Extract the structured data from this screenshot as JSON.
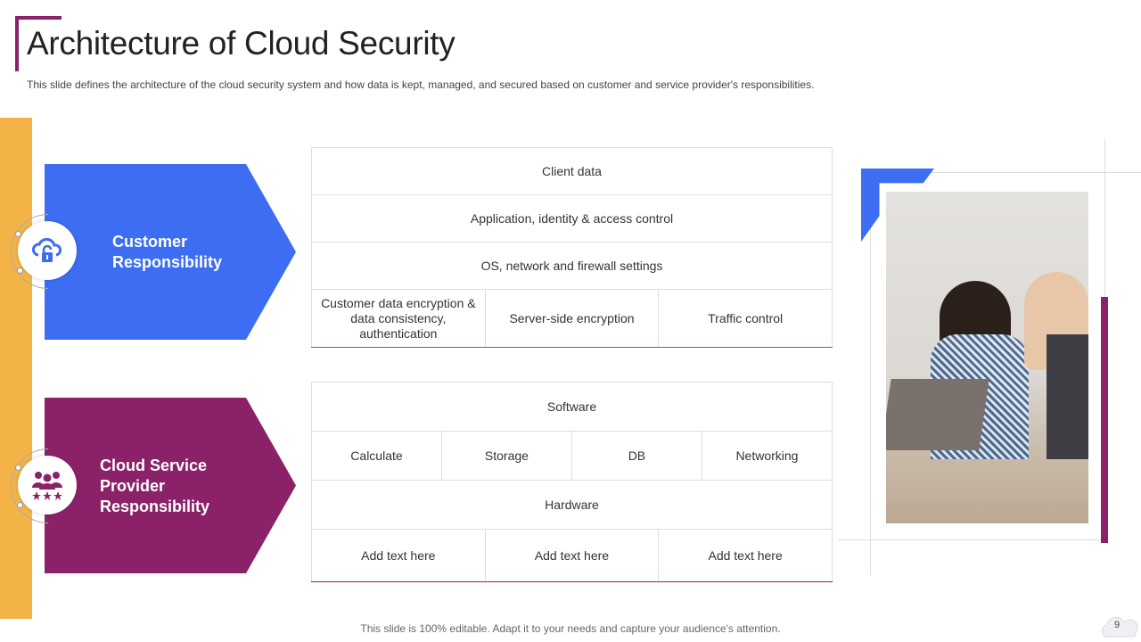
{
  "header": {
    "title": "Architecture of Cloud Security",
    "subtitle": "This slide defines the architecture of the cloud security system and how data is kept, managed, and secured based on customer and service provider's responsibilities."
  },
  "sections": [
    {
      "label_line1": "Customer",
      "label_line2": "Responsibility",
      "icon": "cloud-lock-icon",
      "color": "#3D6DF2"
    },
    {
      "label_line1": "Cloud Service",
      "label_line2": "Provider",
      "label_line3": "Responsibility",
      "icon": "team-stars-icon",
      "color": "#8B2269"
    }
  ],
  "customer_table": {
    "rows": [
      "Client data",
      "Application, identity & access control",
      "OS, network and firewall settings"
    ],
    "cells": [
      "Customer data encryption & data consistency, authentication",
      "Server-side encryption",
      "Traffic control"
    ]
  },
  "provider_table": {
    "software": "Software",
    "services": [
      "Calculate",
      "Storage",
      "DB",
      "Networking"
    ],
    "hardware": "Hardware",
    "placeholders": [
      "Add text here",
      "Add text here",
      "Add text here"
    ]
  },
  "footer": {
    "text": "This slide is 100% editable. Adapt it to your needs and capture your audience's attention.",
    "page": "9"
  },
  "colors": {
    "accent_yellow": "#F4B347",
    "blue": "#3D6DF2",
    "purple": "#8B2269"
  }
}
